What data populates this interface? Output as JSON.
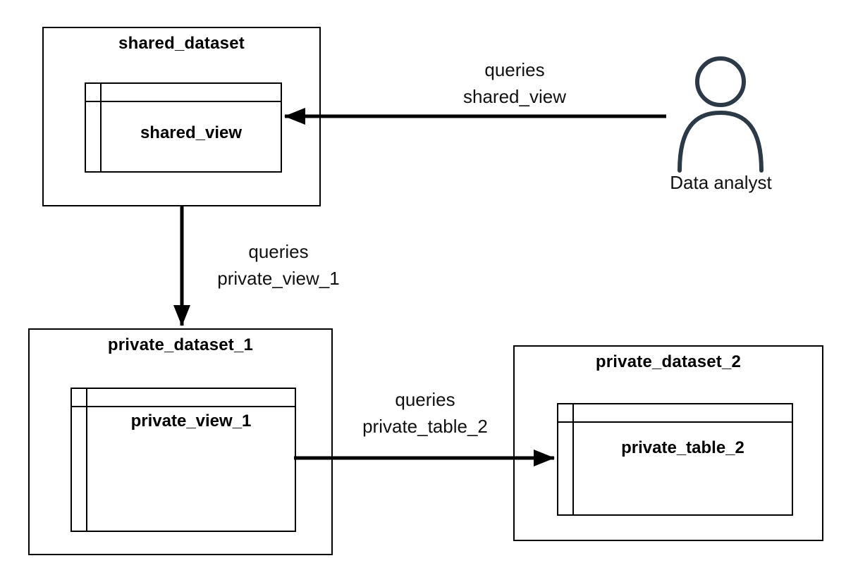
{
  "colors": {
    "line": "#000000",
    "actor": "#2c3a47",
    "background": "#ffffff"
  },
  "datasets": {
    "shared_dataset": {
      "title": "shared_dataset",
      "object_label": "shared_view"
    },
    "private_dataset_1": {
      "title": "private_dataset_1",
      "object_label": "private_view_1"
    },
    "private_dataset_2": {
      "title": "private_dataset_2",
      "object_label": "private_table_2"
    }
  },
  "actor": {
    "icon": "person-icon",
    "label": "Data analyst"
  },
  "edges": {
    "analyst_queries_shared_view": {
      "line1": "queries",
      "line2": "shared_view"
    },
    "shared_view_queries_private_view_1": {
      "line1": "queries",
      "line2": "private_view_1"
    },
    "private_view_1_queries_private_table_2": {
      "line1": "queries",
      "line2": "private_table_2"
    }
  }
}
